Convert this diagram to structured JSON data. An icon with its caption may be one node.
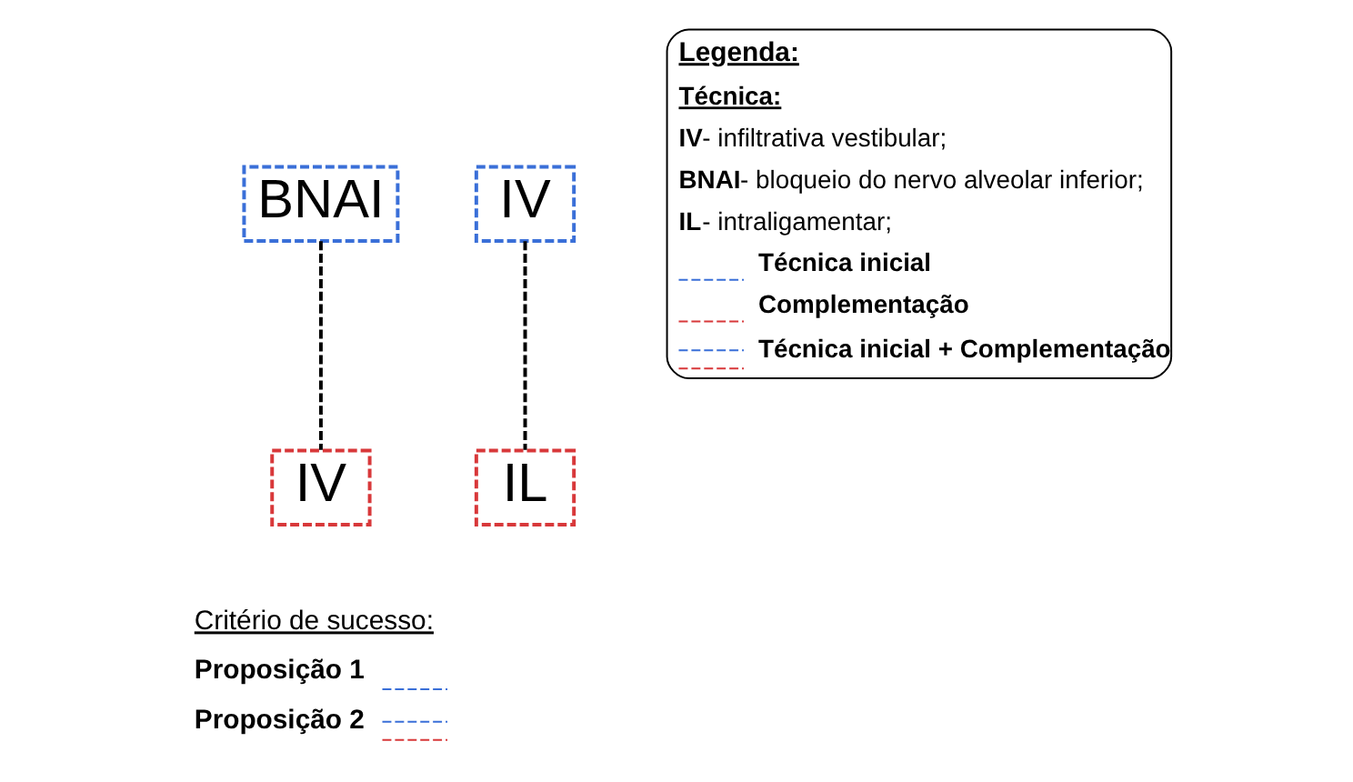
{
  "diagram": {
    "nodes": [
      {
        "text": [
          "BNAI"
        ]
      },
      {
        "text": [
          "IV"
        ]
      },
      {
        "text": [
          "IV"
        ]
      },
      {
        "text": [
          "IL"
        ]
      }
    ],
    "edges": [
      {
        "from": 0,
        "to": 1,
        "arrow": "none",
        "style": "dashed"
      },
      {
        "from": 2,
        "to": 3,
        "arrow": "none",
        "style": "dashed"
      }
    ],
    "labels": [
      "Legenda:",
      "Técnica:",
      "**IV**- infiltrativa vestibular;",
      "**BNAI**- bloqueio do nervo alveolar inferior;",
      "**IL**- intraligamentar;",
      "Critério de sucesso:"
    ],
    "legend": [
      {
        "text": "Técnica inicial"
      },
      {
        "text": "Complementação"
      },
      {
        "text": "Técnica inicial + Complementação"
      },
      {
        "text": "Proposição 1"
      },
      {
        "text": "Proposição 2"
      }
    ]
  }
}
